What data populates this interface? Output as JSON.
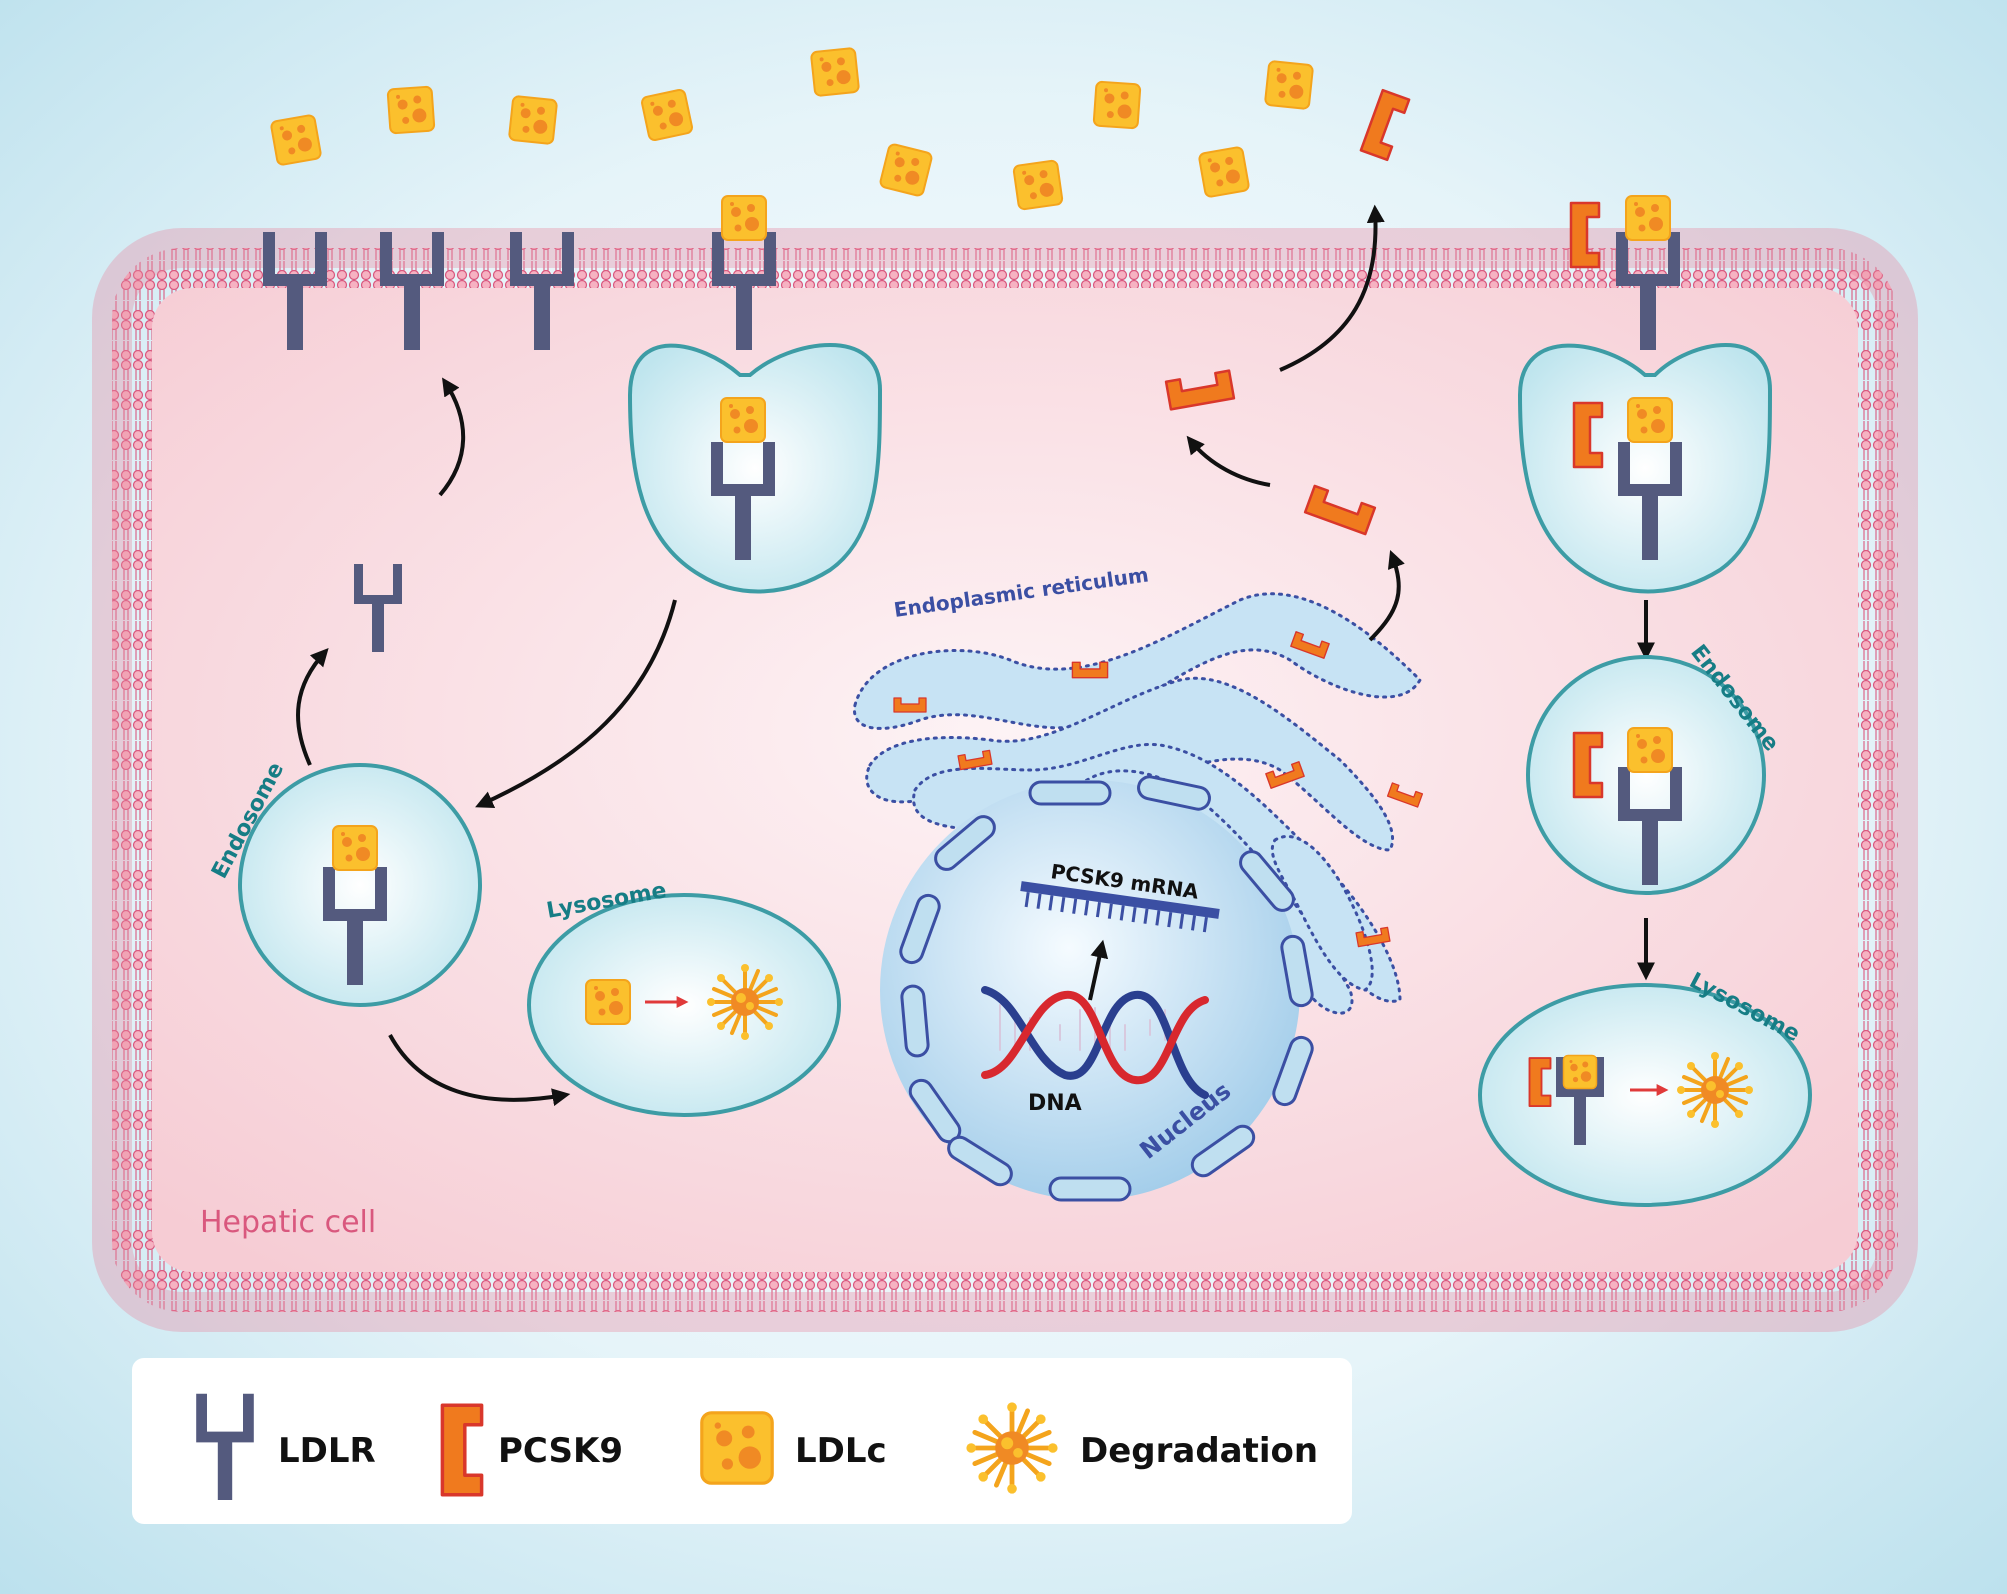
{
  "labels": {
    "hepatic_cell": "Hepatic cell",
    "endosome_left": "Endosome",
    "lysosome_left": "Lysosome",
    "endoplasmic_reticulum": "Endoplasmic reticulum",
    "pcsk9_mrna": "PCSK9 mRNA",
    "dna": "DNA",
    "nucleus": "Nucleus",
    "endosome_right": "Endosome",
    "lysosome_right": "Lysosome"
  },
  "legend": {
    "ldlr": "LDLR",
    "pcsk9": "PCSK9",
    "ldlc": "LDLc",
    "degradation": "Degradation"
  },
  "colors": {
    "ldlr": "#545a7e",
    "pcsk9": "#f07a1e",
    "pcsk9_outline": "#d9372b",
    "ldlc": "#fbc02d",
    "ldlc_spots": "#f08a24",
    "membrane": "#e8869e",
    "cell_fill": "#f9dde2",
    "vesicle_fill": "#c7e9f1",
    "vesicle_stroke": "#3d9ca5",
    "er": "#3b4fa3",
    "dna_red": "#d8282e",
    "dna_blue": "#2a3f8f",
    "label_teal": "#167d85",
    "label_pink": "#d9587e"
  }
}
